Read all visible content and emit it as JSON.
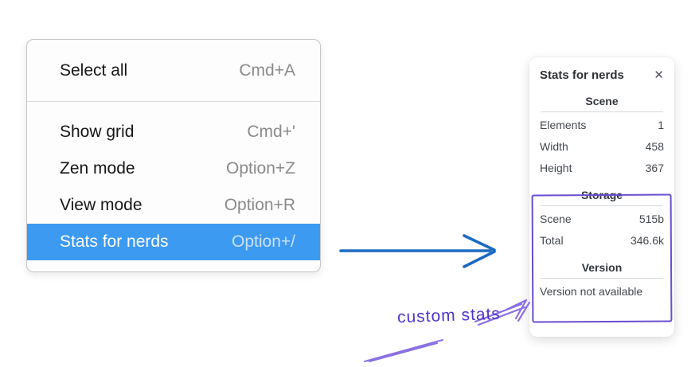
{
  "context_menu": {
    "items": [
      {
        "label": "Select all",
        "shortcut": "Cmd+A"
      },
      {
        "label": "Show grid",
        "shortcut": "Cmd+'"
      },
      {
        "label": "Zen mode",
        "shortcut": "Option+Z"
      },
      {
        "label": "View mode",
        "shortcut": "Option+R"
      },
      {
        "label": "Stats for nerds",
        "shortcut": "Option+/"
      }
    ],
    "highlighted_item": "Stats for nerds"
  },
  "stats_panel": {
    "title": "Stats for nerds",
    "close_icon": "✕",
    "scene_section": {
      "heading": "Scene",
      "rows": [
        {
          "label": "Elements",
          "value": "1"
        },
        {
          "label": "Width",
          "value": "458"
        },
        {
          "label": "Height",
          "value": "367"
        }
      ]
    },
    "storage_section": {
      "heading": "Storage",
      "rows": [
        {
          "label": "Scene",
          "value": "515b"
        },
        {
          "label": "Total",
          "value": "346.6k"
        }
      ]
    },
    "version_section": {
      "heading": "Version",
      "note": "Version not available"
    }
  },
  "annotations": {
    "custom_stats_label": "custom stats"
  },
  "colors": {
    "menu_highlight": "#3d9af1",
    "arrow_blue": "#1b6ac1",
    "annotation_purple": "#6a4dd1",
    "annotation_purple_light": "#8a70e4"
  }
}
